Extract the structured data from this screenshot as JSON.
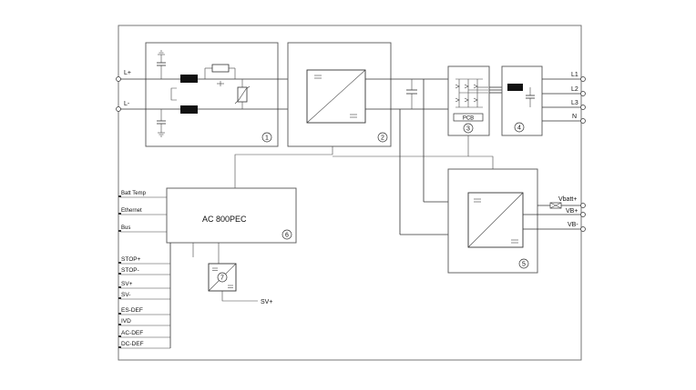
{
  "inputs": {
    "lplus": "L+",
    "lminus": "L-"
  },
  "ac_outputs": [
    "L1",
    "L2",
    "L3",
    "N"
  ],
  "batt_outputs": {
    "vbatt": "Vbatt+",
    "vbp": "VB+",
    "vbm": "VB-"
  },
  "signals_top": [
    "Batt Temp",
    "Ethernet",
    "Bus"
  ],
  "signals_bottom": [
    "STOP+",
    "STOP-",
    "SV+",
    "SV-",
    "ES-DEF",
    "IVD",
    "AC-DEF",
    "DC-DEF"
  ],
  "controller": {
    "label": "AC 800PEC"
  },
  "pcb_label": "PCB",
  "sv_out": "SV+",
  "dc_symbol": "=",
  "modules": [
    "1",
    "2",
    "3",
    "4",
    "5",
    "6",
    "7"
  ]
}
